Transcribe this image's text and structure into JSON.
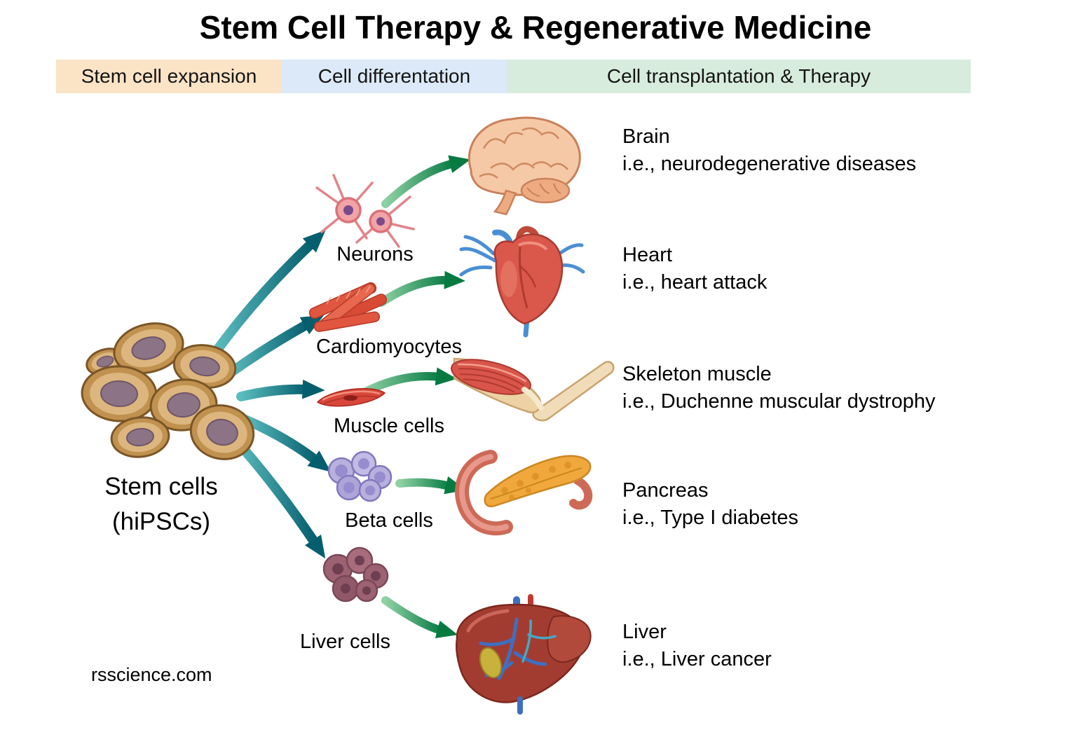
{
  "title": "Stem Cell Therapy & Regenerative Medicine",
  "phases": [
    {
      "label": "Stem cell expansion",
      "color": "#fbe3c6"
    },
    {
      "label": "Cell differentation",
      "color": "#dce9f8"
    },
    {
      "label": "Cell transplantation & Therapy",
      "color": "#d7ecdd"
    }
  ],
  "source": {
    "label": "Stem cells",
    "sublabel": "(hiPSCs)",
    "icon": "stem-cell-cluster"
  },
  "rows": [
    {
      "cell_label": "Neurons",
      "cell_icon": "neurons-illustration",
      "organ_label": "Brain",
      "organ_icon": "brain-illustration",
      "disease": "i.e., neurodegenerative diseases"
    },
    {
      "cell_label": "Cardiomyocytes",
      "cell_icon": "cardiomyocytes-illustration",
      "organ_label": "Heart",
      "organ_icon": "heart-illustration",
      "disease": "i.e., heart attack"
    },
    {
      "cell_label": "Muscle cells",
      "cell_icon": "muscle-cells-illustration",
      "organ_label": "Skeleton muscle",
      "organ_icon": "skeletal-muscle-illustration",
      "disease": "i.e., Duchenne muscular dystrophy"
    },
    {
      "cell_label": "Beta cells",
      "cell_icon": "beta-cells-illustration",
      "organ_label": "Pancreas",
      "organ_icon": "pancreas-illustration",
      "disease": "i.e., Type I diabetes"
    },
    {
      "cell_label": "Liver cells",
      "cell_icon": "liver-cells-illustration",
      "organ_label": "Liver",
      "organ_icon": "liver-organ-illustration",
      "disease": "i.e., Liver cancer"
    }
  ],
  "watermark": "rsscience.com",
  "colors": {
    "differentiation_arrow_dark": "#055e6e",
    "differentiation_arrow_light": "#5bbcbe",
    "transplant_arrow_dark": "#077a42",
    "transplant_arrow_light": "#8ed1a4",
    "stem_cell_fill": "#c0914f",
    "background": "#ffffff"
  }
}
